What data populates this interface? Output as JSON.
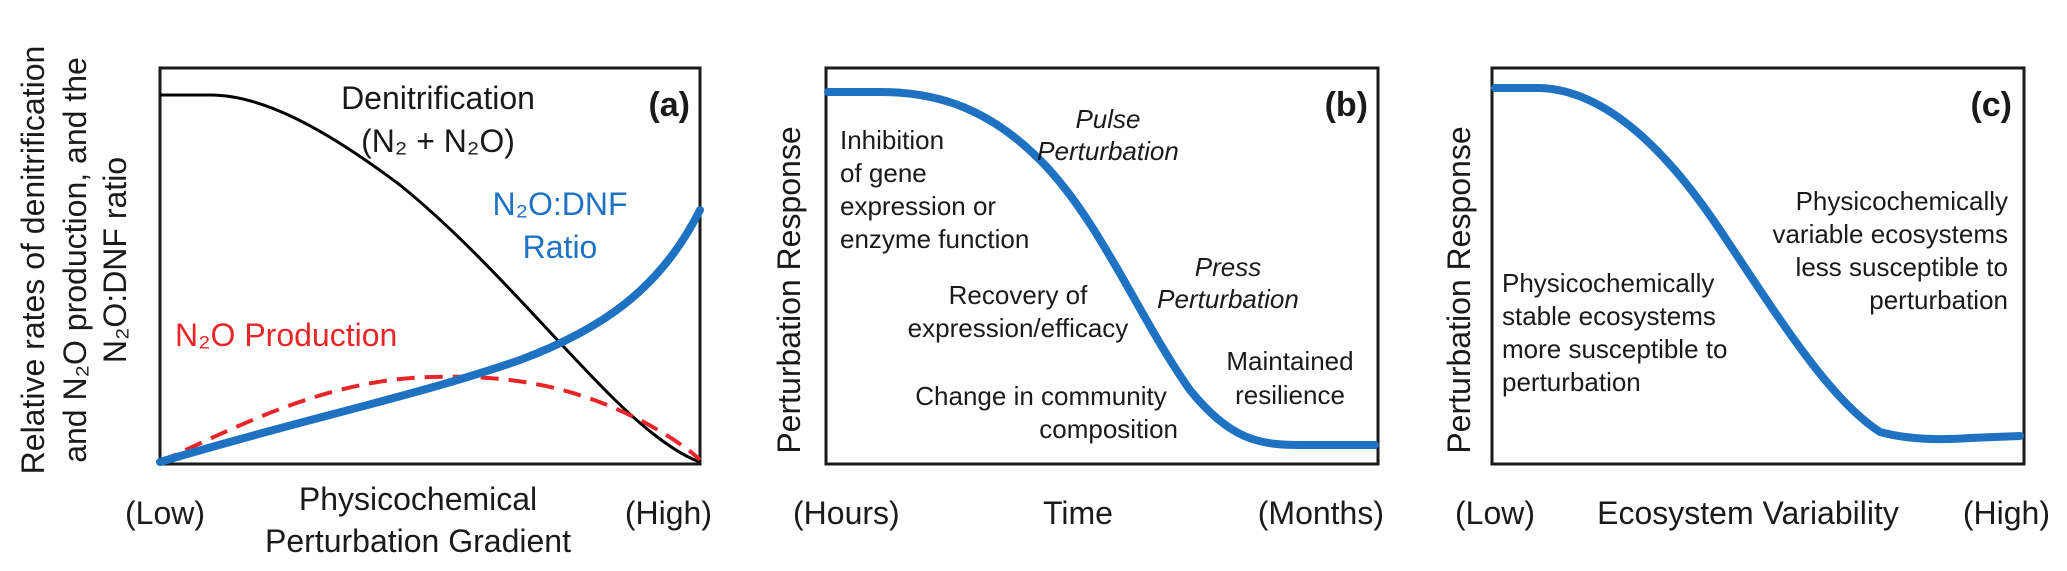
{
  "panel_a": {
    "y_label_line1": "Relative rates of denitrification",
    "y_label_line2": "and N₂O production, and the",
    "y_label_line3": "N₂O:DNF ratio",
    "tag": "(a)",
    "x_low": "(Low)",
    "x_high": "(High)",
    "x_title_line1": "Physicochemical",
    "x_title_line2": "Perturbation Gradient",
    "denit_line1": "Denitrification",
    "denit_line2": "(N₂ + N₂O)",
    "ratio_line1": "N₂O:DNF",
    "ratio_line2": "Ratio",
    "n2o_label": "N₂O Production"
  },
  "panel_b": {
    "y_label": "Perturbation Response",
    "tag": "(b)",
    "x_low": "(Hours)",
    "x_mid": "Time",
    "x_high": "(Months)",
    "pulse_line1": "Pulse",
    "pulse_line2": "Perturbation",
    "press_line1": "Press",
    "press_line2": "Perturbation",
    "inhib_lines": [
      "Inhibition",
      "of gene",
      "expression or",
      "enzyme function"
    ],
    "recov_lines": [
      "Recovery of",
      "expression/efficacy"
    ],
    "change_lines": [
      "Change in community",
      "composition"
    ],
    "maint_lines": [
      "Maintained",
      "resilience"
    ]
  },
  "panel_c": {
    "y_label": "Perturbation Response",
    "tag": "(c)",
    "x_low": "(Low)",
    "x_mid": "Ecosystem Variability",
    "x_high": "(High)",
    "variable_lines": [
      "Physicochemically",
      "variable ecosystems",
      "less susceptible to",
      "perturbation"
    ],
    "stable_lines": [
      "Physicochemically",
      "stable ecosystems",
      "more susceptible to",
      "perturbation"
    ]
  },
  "colors": {
    "denitrification": "#000000",
    "ratio": "#1f72c2",
    "n2o_production": "#e8262a",
    "response": "#1f72c2"
  }
}
